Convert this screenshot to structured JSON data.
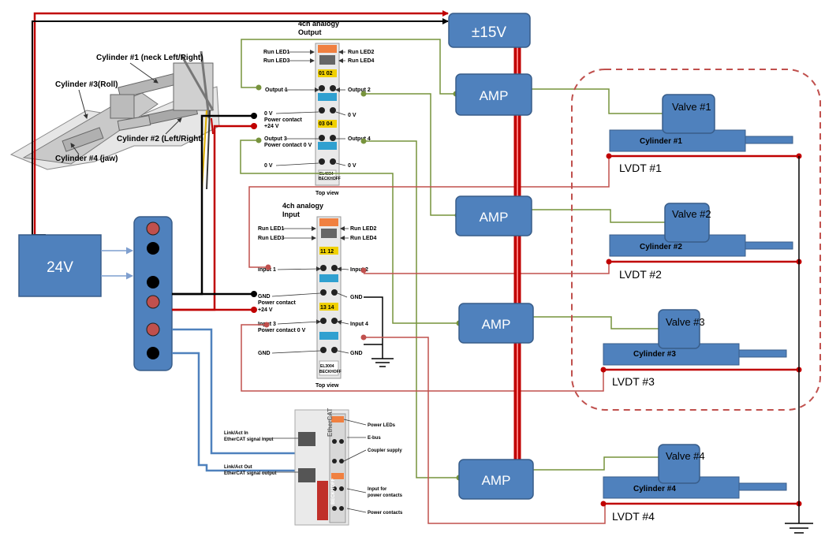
{
  "power": {
    "supply_24v": "24V",
    "supply_15v": "±15V"
  },
  "amps": [
    "AMP",
    "AMP",
    "AMP",
    "AMP"
  ],
  "valves": [
    "Valve #1",
    "Valve #2",
    "Valve #3",
    "Valve #4"
  ],
  "cylinders": [
    "Cylinder #1",
    "Cylinder #2",
    "Cylinder #3",
    "Cylinder #4"
  ],
  "lvdts": [
    "LVDT #1",
    "LVDT #2",
    "LVDT #3",
    "LVDT #4"
  ],
  "mechanism": {
    "cyl1": "Cylinder #1 (neck Left/Right)",
    "cyl3": "Cylinder #3(Roll)",
    "cyl2": "Cylinder #2 (Left/Right)",
    "cyl4": "Cylinder #4 (jaw)"
  },
  "output_module": {
    "title_line1": "4ch analogy",
    "title_line2": "Output",
    "run_led1": "Run LED1",
    "run_led3": "Run LED3",
    "run_led2": "Run LED2",
    "run_led4": "Run LED4",
    "output1": "Output 1",
    "output2": "Output 2",
    "zero_v_left": "0 V",
    "power_contact": "Power contact",
    "plus24v": "+24 V",
    "zero_v_right": "0 V",
    "output3": "Output 3",
    "power_contact_0v": "Power contact 0 V",
    "output4": "Output 4",
    "zero_v_left2": "0 V",
    "zero_v_right2": "0 V",
    "top_view": "Top view",
    "model": "EL4034",
    "brand": "BECKHOFF",
    "leds_a": "01 02",
    "leds_b": "03 04"
  },
  "input_module": {
    "title_line1": "4ch analogy",
    "title_line2": "Input",
    "run_led1": "Run LED1",
    "run_led3": "Run LED3",
    "run_led2": "Run LED2",
    "run_led4": "Run LED4",
    "input1": "Input 1",
    "input2": "Input 2",
    "gnd_left": "GND",
    "power_contact": "Power contact",
    "plus24v": "+24 V",
    "gnd_right": "GND",
    "input3": "Input 3",
    "power_contact_0v": "Power contact 0 V",
    "input4": "Input 4",
    "gnd_left2": "GND",
    "gnd_right2": "GND",
    "top_view": "Top view",
    "model": "EL3004",
    "brand": "BECKHOFF",
    "leds_a": "11 12",
    "leds_b": "13 14"
  },
  "coupler": {
    "link_act_in": "Link/Act In",
    "ethercat_in": "EtherCAT signal input",
    "link_act_out": "Link/Act Out",
    "ethercat_out": "EtherCAT signal output",
    "power_leds": "Power LEDs",
    "ebus": "E-bus",
    "coupler_supply": "Coupler supply",
    "input_power_contacts": "Input for",
    "input_power_contacts2": "power contacts",
    "power_contacts": "Power contacts",
    "brand": "BECKHOFF",
    "model": "EK1100",
    "ethercat_logo": "EtherCAT"
  },
  "colors": {
    "block_fill": "#4f81bd",
    "block_stroke": "#385d8a",
    "red_wire": "#c00000",
    "dark_red_wire": "#c0504d",
    "green_wire": "#77933c",
    "blue_wire": "#4f81bd",
    "dashed_group": "#c0504d"
  }
}
